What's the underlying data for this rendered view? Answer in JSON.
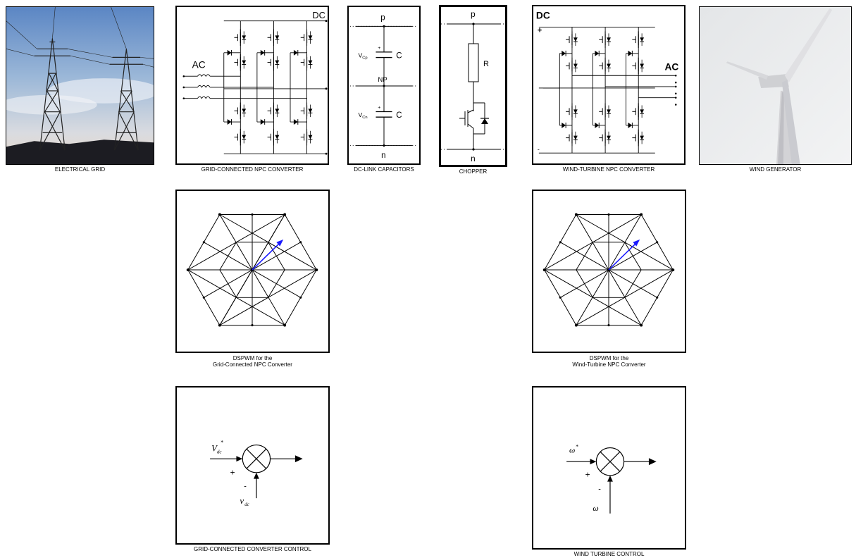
{
  "captions": {
    "electrical_grid": "ELECTRICAL GRID",
    "grid_npc": "GRID-CONNECTED NPC CONVERTER",
    "dc_link": "DC-LINK CAPACITORS",
    "chopper": "CHOPPER",
    "wind_npc": "WIND-TURBINE NPC CONVERTER",
    "wind_generator": "WIND GENERATOR",
    "dspwm_grid_line1": "DSPWM for the",
    "dspwm_grid_line2": "Grid-Connected NPC Converter",
    "dspwm_wind_line1": "DSPWM for the",
    "dspwm_wind_line2": "Wind-Turbine NPC Converter",
    "grid_control": "GRID-CONNECTED CONVERTER CONTROL",
    "wind_control": "WIND TURBINE CONTROL"
  },
  "grid_npc_labels": {
    "dc": "DC",
    "ac": "AC"
  },
  "wind_npc_labels": {
    "dc": "DC",
    "ac": "AC",
    "plus": "+",
    "minus": "-"
  },
  "dc_link_labels": {
    "p": "p",
    "np": "NP",
    "n": "n",
    "c_top": "C",
    "c_bottom": "C",
    "vcp": "V",
    "vcp_sub": "Cp",
    "vcn": "V",
    "vcn_sub": "Cn",
    "plus": "+"
  },
  "chopper_labels": {
    "p": "p",
    "n": "n",
    "r": "R"
  },
  "grid_control_labels": {
    "ref": "V",
    "ref_sub": "dc",
    "ref_sup": "*",
    "meas": "v",
    "meas_sub": "dc",
    "plus": "+",
    "minus": "-"
  },
  "wind_control_labels": {
    "ref": "ω",
    "ref_sup": "*",
    "meas": "ω",
    "plus": "+",
    "minus": "-"
  },
  "colors": {
    "vector_arrow": "#1a1aff",
    "line": "#000000"
  }
}
